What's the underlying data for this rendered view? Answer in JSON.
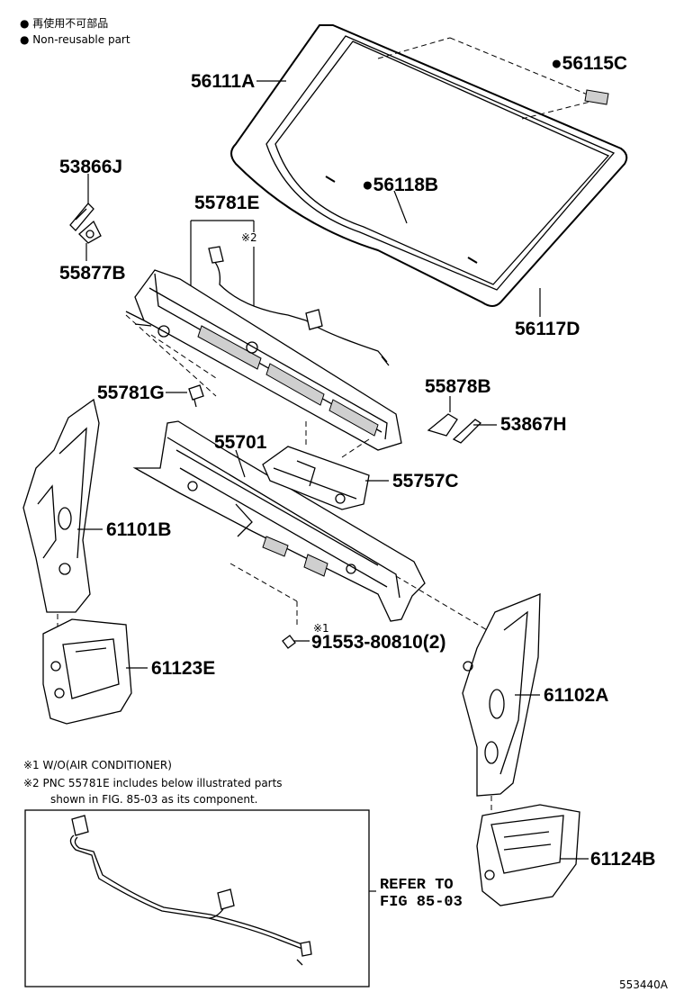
{
  "legend": {
    "line1": "● 再使用不可部品",
    "line2": "● Non-reusable part"
  },
  "parts": {
    "p56111A": "56111A",
    "p56115C": "●56115C",
    "p56118B": "●56118B",
    "p56117D": "56117D",
    "p53866J": "53866J",
    "p55877B": "55877B",
    "p55781E": "55781E",
    "p55781E_note": "※2",
    "p55781G": "55781G",
    "p55878B": "55878B",
    "p53867H": "53867H",
    "p55701": "55701",
    "p55757C": "55757C",
    "p61101B": "61101B",
    "p61123E": "61123E",
    "p91553_note": "※1",
    "p91553": "91553-80810(2)",
    "p61102A": "61102A",
    "p61124B": "61124B"
  },
  "notes": {
    "n1": "※1 W/O(AIR CONDITIONER)",
    "n2": "※2 PNC 55781E includes below illustrated parts",
    "n3": "shown in FIG. 85-03 as its component."
  },
  "refer": {
    "line1": "REFER TO",
    "line2": "FIG 85-03"
  },
  "figure_id": "553440A",
  "icons": [
    "windshield-glass",
    "cowl-top-panel",
    "washer-hose",
    "cowl-panel",
    "pillar-panel"
  ]
}
